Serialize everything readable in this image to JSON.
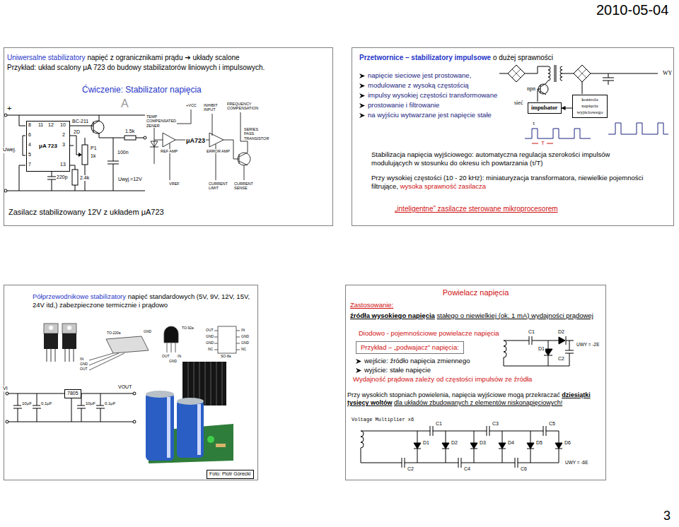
{
  "diagram": {
    "nodes": [
      {
        "text": [
          "Uniwersalne stabilizatory",
          "napięć z ogranicznikami prądu ➔ układy scalone",
          "Przykład: układ scalony μA 723 do budowy stabilizatorów liniowych i impulsowych.",
          "Ćwiczenie: Stabilizator napięcia",
          "Zasilacz stabilizowany 12V z układem μA723"
        ]
      },
      {
        "text": [
          "μA 723"
        ],
        "in": 0
      },
      {
        "text": [
          "Przetwornice – stabilizatory impulsowe",
          "o dużej sprawności",
          "napięcie sieciowe jest prostowane,",
          "modulowane z wysoką częstością",
          "impulsy wysokiej częstości transformowane",
          "prostowanie i filtrowanie",
          "na wyjściu wytwarzane jest napięcie stałe",
          "Stabilizacja napięcia wyjściowego: automatyczna regulacja szerokości impulsów modulujących w stosunku do okresu ich powtarzania (τ/T)",
          "Przy wysokiej częstości (10 - 20 kHz): miniaturyzacja transformatora, niewielkie pojemności filtrujące,",
          "wysoka sprawność zasilacza",
          "„inteligentne” zasilacze sterowane mikroprocesorem"
        ]
      },
      {
        "text": [
          "impulsator"
        ],
        "in": 2
      },
      {
        "text": [
          "kontrola napięcia wyjściowego"
        ],
        "in": 2
      },
      {
        "text": [
          "Półprzewodnikowe stabilizatory",
          "napięć standardowych (5V, 9V, 12V, 15V, 24V itd,) zabezpieczone termicznie i prądowo"
        ]
      },
      {
        "text": [
          "7805"
        ],
        "in": 5
      },
      {
        "text": [
          "Foto: Piotr Górecki"
        ],
        "in": 5
      },
      {
        "text": [
          "Powielacz napięcia",
          "Zastosowanie:",
          "źródła wysokiego napięcia",
          "stałego o niewielkiej (ok. 1 mA) wydajności prądowej",
          "Diodowo - pojemnościowe powielacze napięcia",
          "wejście: źródło napięcia zmiennego",
          "wyjście: stałe napięcie",
          "Wydajność prądowa zależy od częstości impulsów ze źródła",
          "Przy wysokich stopniach powielenia, napięcia wyjściowe mogą przekraczać",
          "dziesiątki tysięcy woltów",
          "dla układów zbudowanych z elementów niskonapięciowych!",
          "Voltage Multiplier x6"
        ]
      },
      {
        "text": [
          "Przykład – „podwajacz” napięcia:"
        ],
        "in": 8
      }
    ],
    "edges": [
      {
        "from": 4,
        "to": 3,
        "arrow": "to"
      }
    ],
    "labels": [
      "2010-05-04",
      "3",
      "+",
      "8",
      "11",
      "12",
      "10",
      "6",
      "2",
      "4",
      "3",
      "5",
      "7",
      "13",
      "BC-211",
      "2D",
      "1.5k",
      "P1",
      "1k",
      "100n",
      "220p",
      "2.4k",
      "Uwej.",
      "Uwyj.=12V",
      "A",
      "+VCC",
      "INHIBIT INPUT",
      "FREQUENCY COMPENSATION",
      "TEMP COMPENSATED ZENER",
      "REF AMP",
      "μA723",
      "ERROR AMP",
      "SERIES PASS TRANSISTOR",
      "VREF",
      "CURRENT LIMIT",
      "CURRENT SENSE",
      "npn",
      "sieć",
      "WY",
      "T",
      "τ",
      "TO-220a",
      "GND",
      "IN",
      "GND",
      "OUT",
      "TO-92a",
      "OUT",
      "GND",
      "IN",
      "OUT",
      "GND",
      "GND",
      "NC",
      "IN",
      "GND",
      "GND",
      "NC",
      "SO-8a",
      "VI",
      "10μF",
      "0,1μF",
      "10μF",
      "0,1μF",
      "VOUT",
      "C1",
      "D2",
      "D1",
      "C2",
      "UWY = -2E",
      "C1",
      "C3",
      "C5",
      "D1",
      "D2",
      "D3",
      "D4",
      "D5",
      "D6",
      "C2",
      "C4",
      "C6",
      "UWY = -6E"
    ]
  }
}
